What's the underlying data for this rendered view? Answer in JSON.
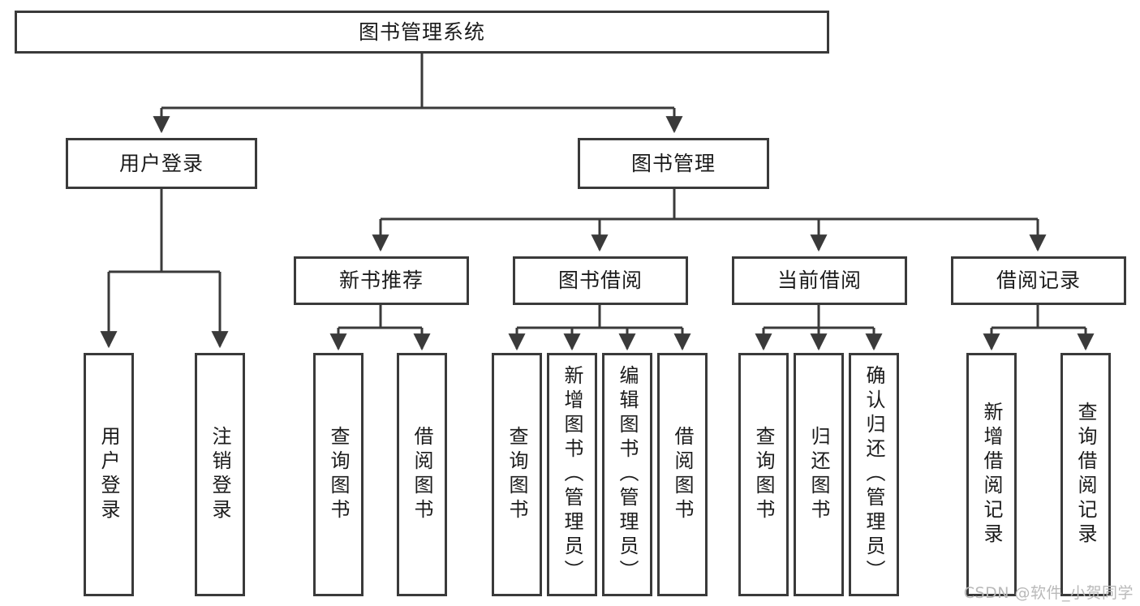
{
  "diagram": {
    "title": "图书管理系统",
    "watermark": "CSDN @软件_小贺同学",
    "line_color": "#3a3a3a",
    "box_border_color": "#3a3a3a",
    "box_fill_color": "#ffffff",
    "text_color": "#1b1b1b",
    "watermark_color": "#b9b9b9"
  },
  "nodes": {
    "root": {
      "label": "图书管理系统"
    },
    "level2": [
      {
        "label": "用户登录"
      },
      {
        "label": "图书管理"
      }
    ],
    "level3": [
      {
        "label": "新书推荐"
      },
      {
        "label": "图书借阅"
      },
      {
        "label": "当前借阅"
      },
      {
        "label": "借阅记录"
      }
    ],
    "leaves": {
      "user_login": [
        {
          "label": "用户登录"
        },
        {
          "label": "注销登录"
        }
      ],
      "new_book_recommend": [
        {
          "label": "查询图书"
        },
        {
          "label": "借阅图书"
        }
      ],
      "book_borrow": [
        {
          "label": "查询图书"
        },
        {
          "label": "新增图书（管理员）"
        },
        {
          "label": "编辑图书（管理员）"
        },
        {
          "label": "借阅图书"
        }
      ],
      "current_borrow": [
        {
          "label": "查询图书"
        },
        {
          "label": "归还图书"
        },
        {
          "label": "确认归还（管理员）"
        }
      ],
      "borrow_record": [
        {
          "label": "新增借阅记录"
        },
        {
          "label": "查询借阅记录"
        }
      ]
    }
  }
}
